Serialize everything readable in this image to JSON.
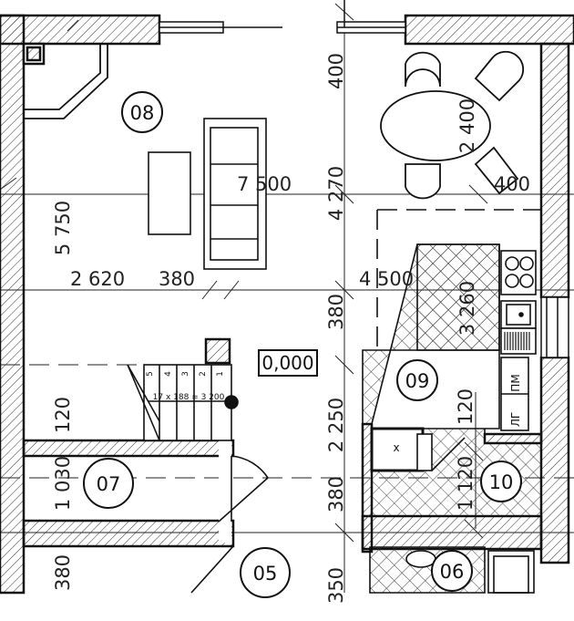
{
  "drawing": {
    "rooms": [
      {
        "id": "08"
      },
      {
        "id": "09"
      },
      {
        "id": "07"
      },
      {
        "id": "10"
      },
      {
        "id": "05"
      },
      {
        "id": "06"
      }
    ],
    "dimensions": {
      "d7500": "7 500",
      "d2620": "2 620",
      "d380a": "380",
      "d4500": "4 500",
      "d5750": "5 750",
      "d400a": "400",
      "d4270": "4 270",
      "d380b": "380",
      "d2250": "2 250",
      "d380c": "380",
      "d350": "350",
      "d2400": "2 400",
      "d400b": "400",
      "d3260": "3 260",
      "d120a": "120",
      "d1120": "1 120",
      "d120b": "120",
      "d1030": "1 030",
      "d380d": "380"
    },
    "level_mark": "0,000",
    "stair": {
      "formula": "17 x 188 = 3 200",
      "steps": [
        "5",
        "4",
        "3",
        "2",
        "1"
      ]
    },
    "labels": {
      "pm": "ПМ",
      "lg": "ЛГ",
      "x": "x"
    }
  }
}
